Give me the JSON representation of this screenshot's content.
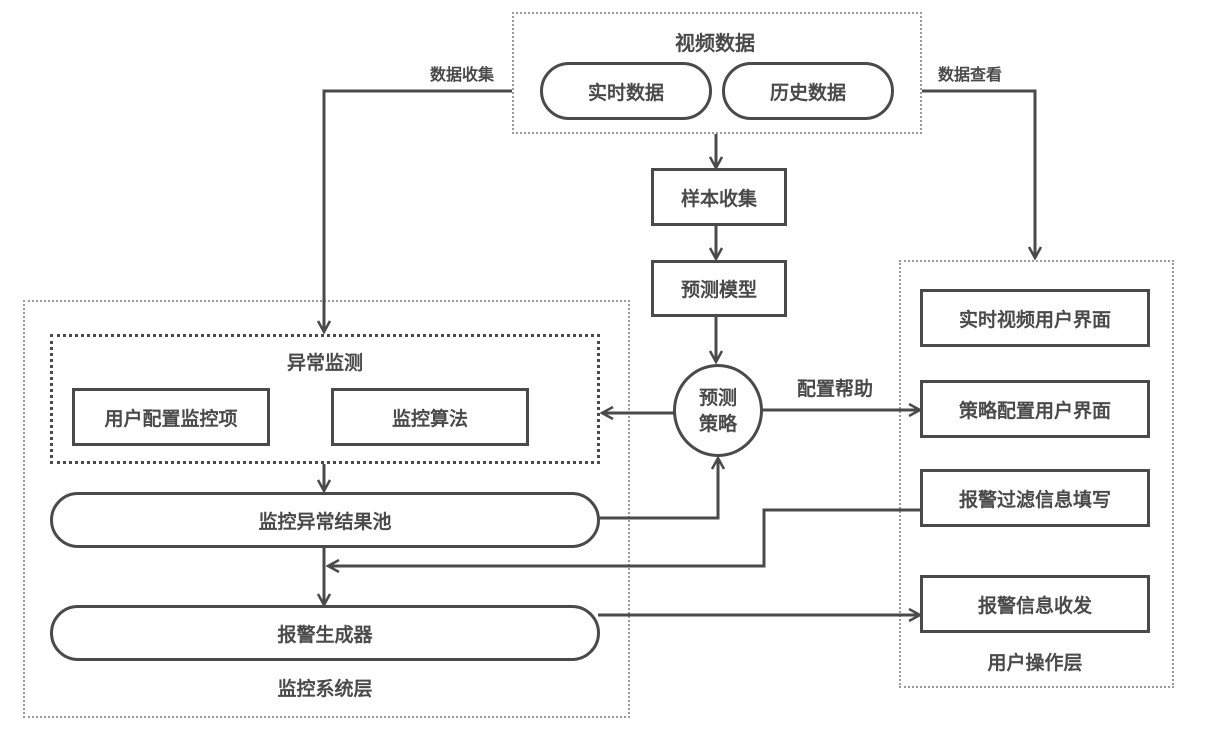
{
  "video_data": {
    "title": "视频数据",
    "realtime": "实时数据",
    "history": "历史数据"
  },
  "edges": {
    "data_collect": "数据收集",
    "data_view": "数据查看",
    "config_help": "配置帮助"
  },
  "pipeline": {
    "sample_collect": "样本收集",
    "predict_model": "预测模型",
    "predict_strategy_line1": "预测",
    "predict_strategy_line2": "策略"
  },
  "monitor_layer": {
    "title": "监控系统层",
    "anomaly_detection": {
      "title": "异常监测",
      "user_config": "用户配置监控项",
      "algorithm": "监控算法"
    },
    "result_pool": "监控异常结果池",
    "alert_generator": "报警生成器"
  },
  "user_layer": {
    "title": "用户操作层",
    "items": [
      "实时视频用户界面",
      "策略配置用户界面",
      "报警过滤信息填写",
      "报警信息收发"
    ]
  },
  "colors": {
    "stroke": "#4a4a4a",
    "dotted_outer": "#9a9a9a"
  }
}
